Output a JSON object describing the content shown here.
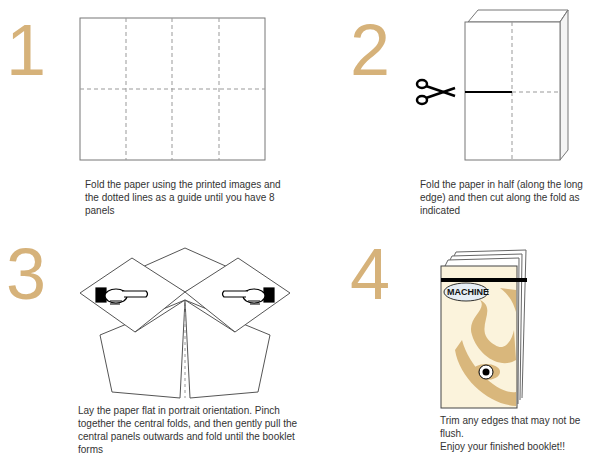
{
  "diagram": {
    "labels": [
      "1",
      "Fold the paper using the printed images and the dotted lines as a guide until you have 8 panels",
      "2",
      "Fold the paper in half (along the long edge) and then cut along the fold as indicated",
      "3",
      "Lay the paper flat in portrait orientation. Pinch together the central folds, and then gently pull the central panels outwards and fold until the booklet forms",
      "4",
      "Trim any edges that may not be flush.",
      "Enjoy your finished booklet!!",
      "MACHINE"
    ]
  }
}
